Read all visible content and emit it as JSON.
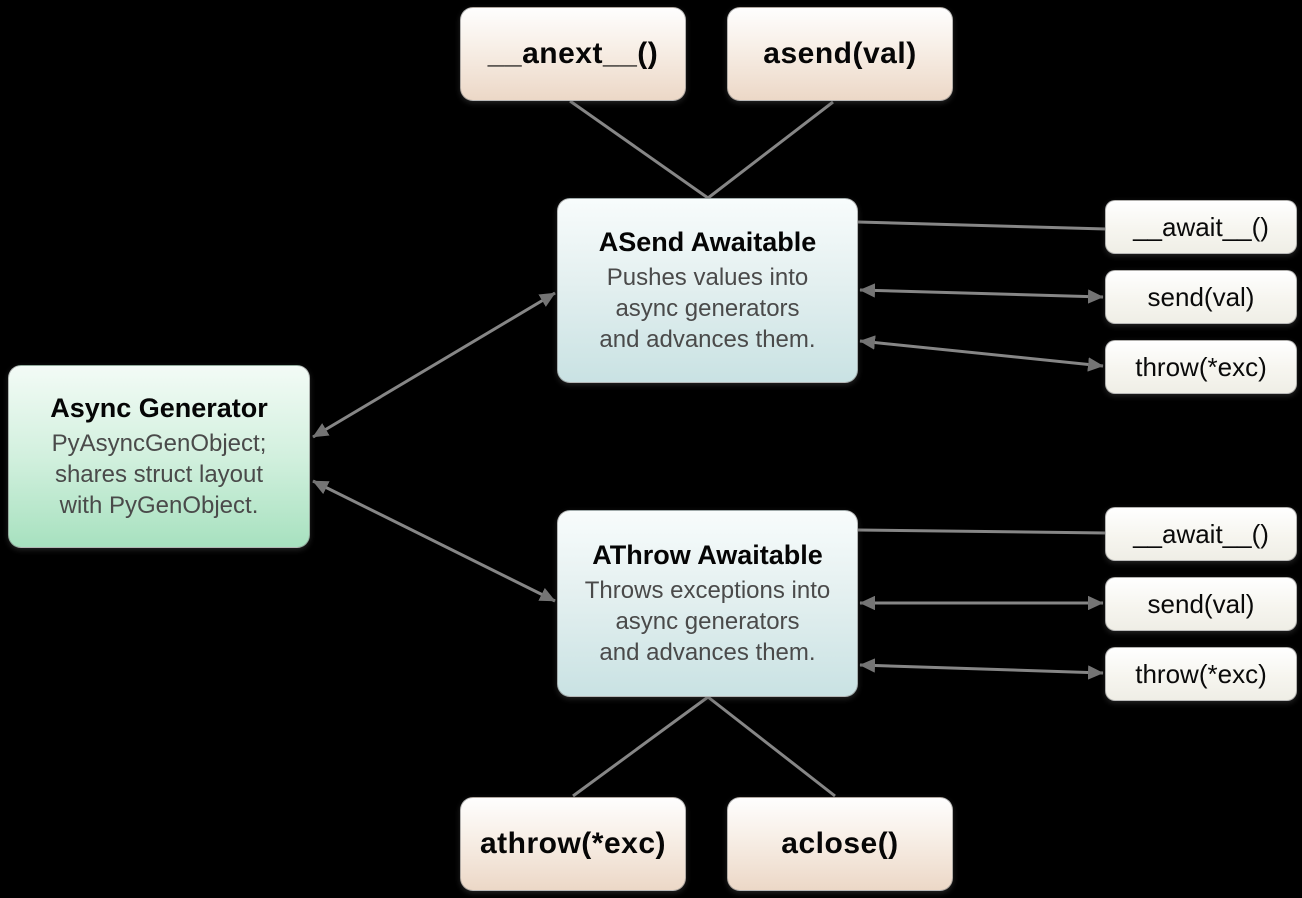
{
  "diagram": {
    "background": "#000000",
    "edge_color": "#868686",
    "arrow_color": "#747474",
    "nodes": {
      "anext": {
        "label": "__anext__()"
      },
      "asend_call": {
        "label": "asend(val)"
      },
      "athrow_call": {
        "label": "athrow(*exc)"
      },
      "aclose_call": {
        "label": "aclose()"
      },
      "async_generator": {
        "title": "Async Generator",
        "desc": [
          "PyAsyncGenObject;",
          "shares struct layout",
          "with PyGenObject."
        ],
        "fill_bottom": "#a7e1bf"
      },
      "asend_awaitable": {
        "title": "ASend Awaitable",
        "desc": [
          "Pushes values into",
          "async generators",
          "and advances them."
        ],
        "fill_bottom": "#c9e2e3"
      },
      "athrow_awaitable": {
        "title": "AThrow Awaitable",
        "desc": [
          "Throws exceptions into",
          "async generators",
          "and advances them."
        ],
        "fill_bottom": "#c9e2e3"
      },
      "asend_methods": [
        "__await__()",
        "send(val)",
        "throw(*exc)"
      ],
      "athrow_methods": [
        "__await__()",
        "send(val)",
        "throw(*exc)"
      ],
      "caller_fill_bottom": "#ecd8c7",
      "method_fill_bottom": "#efeee6"
    }
  }
}
